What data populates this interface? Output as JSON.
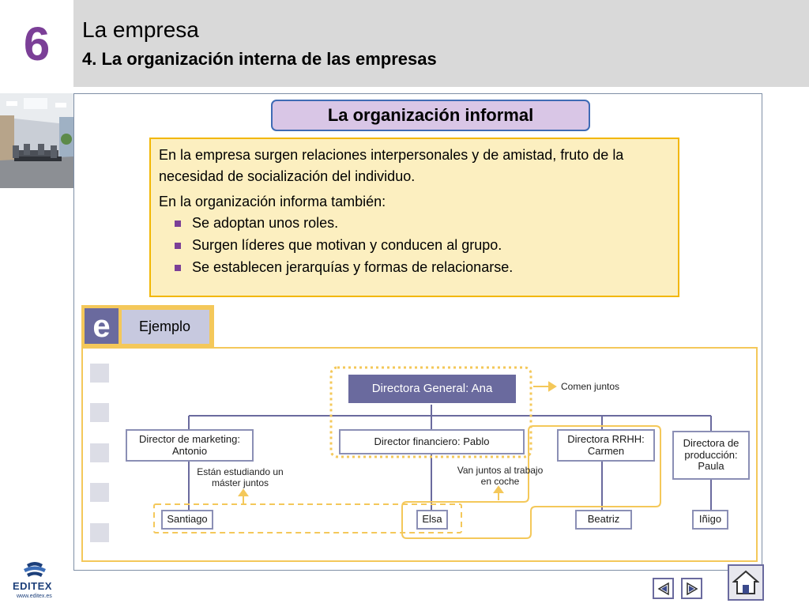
{
  "header": {
    "chapter_number": "6",
    "title": "La empresa",
    "subtitle": "4. La organización interna de las empresas"
  },
  "section_title": "La organización informal",
  "textbox": {
    "paragraph1": "En la empresa surgen relaciones interpersonales y de amistad, fruto de la necesidad de socialización del individuo.",
    "paragraph2": "En la organización informa también:",
    "bullets": [
      "Se adoptan unos roles.",
      "Surgen líderes que motivan y conducen al grupo.",
      "Se establecen jerarquías y formas de relacionarse."
    ]
  },
  "example": {
    "badge_letter": "e",
    "label": "Ejemplo"
  },
  "org_chart": {
    "top": "Directora General: Ana",
    "managers": [
      "Director de marketing: Antonio",
      "Director financiero: Pablo",
      "Directora RRHH: Carmen",
      "Directora de producción: Paula"
    ],
    "staff": [
      "Santiago",
      "Elsa",
      "Beatriz",
      "Iñigo"
    ],
    "notes": {
      "eat": "Comen juntos",
      "master": "Están estudiando un máster juntos",
      "car": "Van juntos al trabajo en coche"
    }
  },
  "footer": {
    "logo_text": "EDITEX",
    "logo_url": "www.editex.es"
  },
  "colors": {
    "accent_purple": "#7b3f97",
    "header_gray": "#d9d9d9",
    "highlight_yellow": "#f4c85a",
    "node_border": "#8b8fb5"
  },
  "icons": {
    "prev": "prev-arrow-icon",
    "next": "next-arrow-icon",
    "home": "home-icon"
  }
}
